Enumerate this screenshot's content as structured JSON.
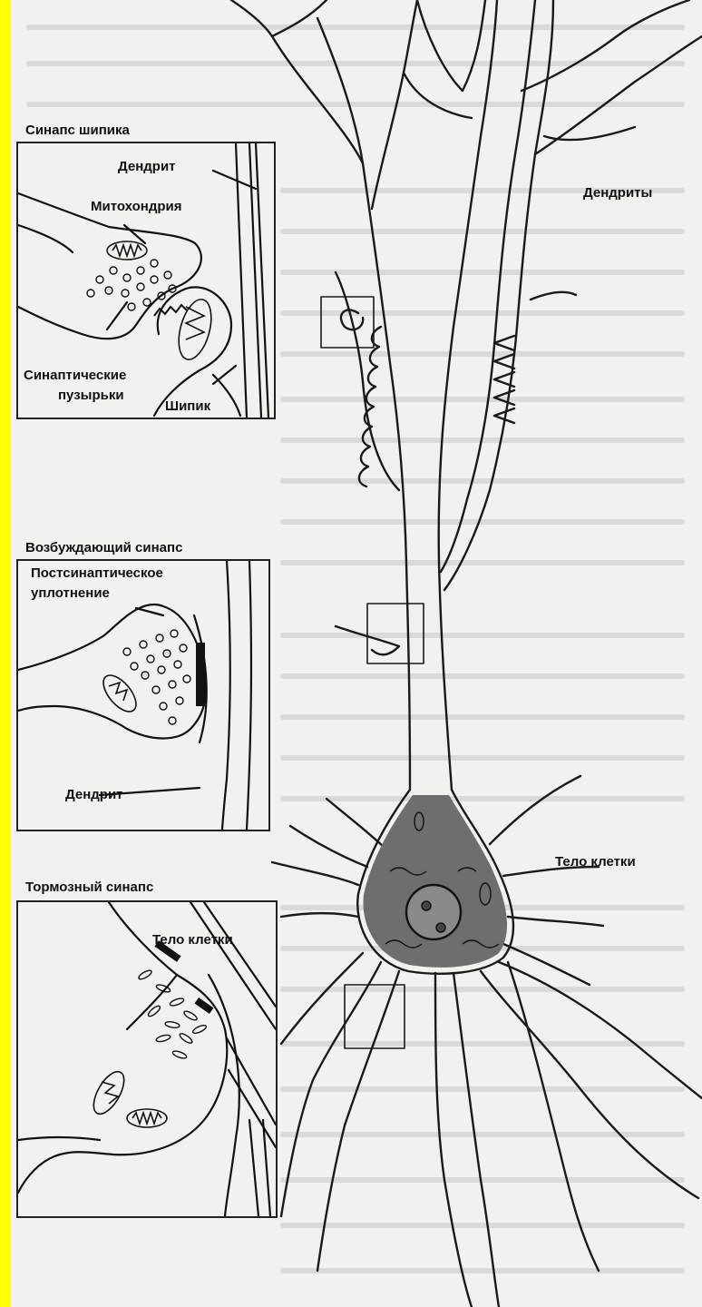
{
  "labels": {
    "spine_synapse_title": "Синапс шипика",
    "dendrite_1": "Дендрит",
    "mitochondria": "Митохондрия",
    "synaptic_vesicles_1": "Синаптические",
    "synaptic_vesicles_2": "пузырьки",
    "spine": "Шипик",
    "dendrites": "Дендриты",
    "excitatory_synapse_title": "Возбуждающий синапс",
    "postsynaptic_1": "Постсинаптическое",
    "postsynaptic_2": "уплотнение",
    "dendrite_2": "Дендрит",
    "cell_body_1": "Тело клетки",
    "inhibitory_synapse_title": "Тормозный синапс",
    "cell_body_2": "Тело клетки"
  },
  "colors": {
    "accent_bar": "#ffff00",
    "soma_fill": "#6e6e6e",
    "ink": "#111111"
  }
}
